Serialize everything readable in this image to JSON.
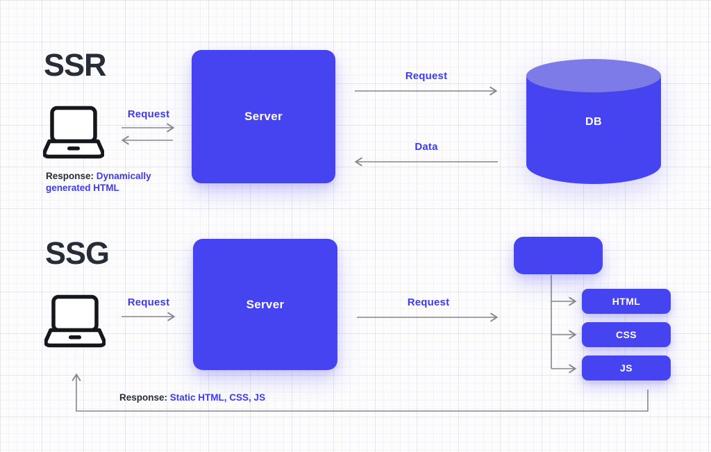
{
  "colors": {
    "primary": "#4644f0",
    "primary_light": "#7d7be8",
    "heading": "#272d36",
    "label_blue": "#3e3af2",
    "arrow": "#86878a"
  },
  "ssr": {
    "title": "SSR",
    "client_request": "Request",
    "server": "Server",
    "request_to_db": "Request",
    "data_from_db": "Data",
    "db": "DB",
    "response_prefix": "Response:",
    "response_value": "Dynamically generated HTML"
  },
  "ssg": {
    "title": "SSG",
    "client_request": "Request",
    "server": "Server",
    "request_to_static": "Request",
    "files": [
      "HTML",
      "CSS",
      "JS"
    ],
    "response_prefix": "Response:",
    "response_value": "Static HTML, CSS, JS"
  }
}
